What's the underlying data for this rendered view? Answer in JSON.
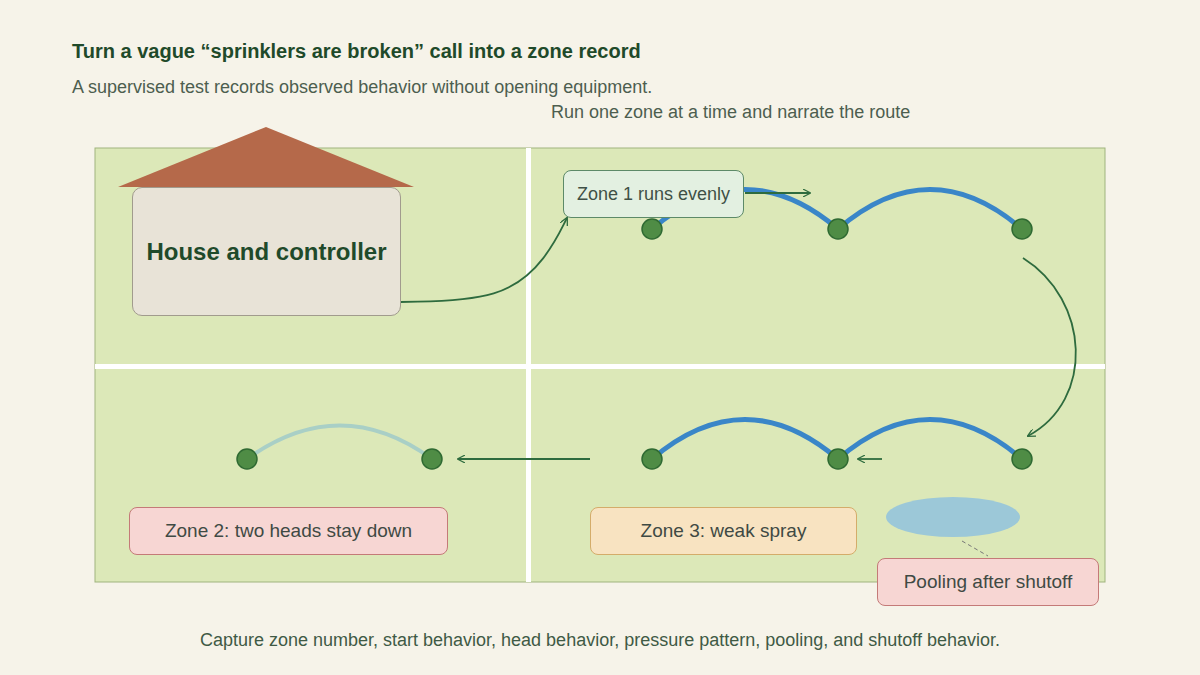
{
  "diagram": {
    "title": "Turn a vague “sprinklers are broken” call into a zone record",
    "caption": "Capture zone number, start behavior, head behavior, pressure pattern, pooling, and shutoff behavior.",
    "nodes": [
      {
        "text": [
          "House and controller"
        ]
      },
      {
        "text": [
          "Zone 1 runs evenly"
        ]
      },
      {
        "text": [
          "Zone 2: two heads stay down"
        ]
      },
      {
        "text": [
          "Zone 3: weak spray"
        ]
      },
      {
        "text": [
          "Pooling after shutoff"
        ]
      }
    ],
    "edges": [
      {
        "from": 0,
        "to": 1,
        "arrow": "to"
      }
    ],
    "labels": [
      "A supervised test records observed behavior without opening equipment.",
      "Run one zone at a time and narrate the route"
    ]
  }
}
